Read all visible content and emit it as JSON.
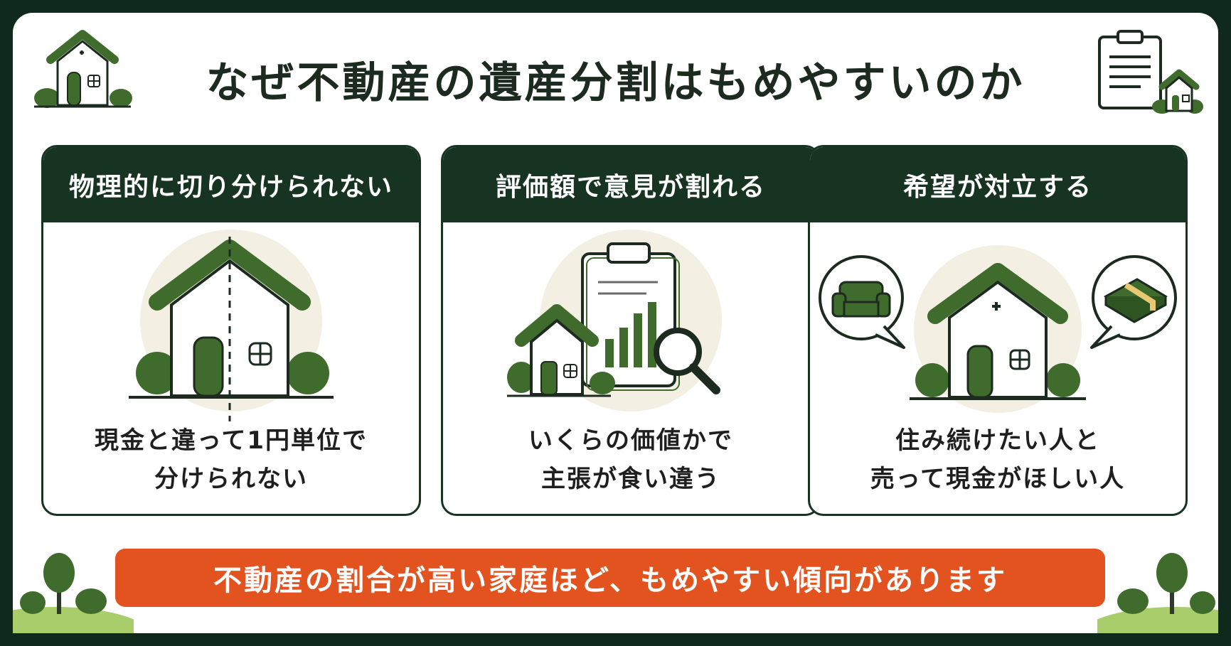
{
  "title": "なぜ不動産の遺産分割はもめやすいのか",
  "cards": [
    {
      "heading": "物理的に切り分けられない",
      "lines": [
        "現金と違って1円単位で",
        "分けられない"
      ]
    },
    {
      "heading": "評価額で意見が割れる",
      "lines": [
        "いくらの価値かで",
        "主張が食い違う"
      ]
    },
    {
      "heading": "希望が対立する",
      "lines": [
        "住み続けたい人と",
        "売って現金がほしい人"
      ]
    }
  ],
  "banner": "不動産の割合が高い家庭ほど、もめやすい傾向があります",
  "icons": {
    "header_left": "house-icon",
    "header_right": "clipboard-house-icon",
    "card1": "split-house-icon",
    "card2": "valuation-clipboard-icon",
    "card3": "house-with-sofa-and-cash-icon",
    "corner_left": "trees-icon",
    "corner_right": "trees-icon"
  },
  "colors": {
    "background": "#0f2a1c",
    "card_header": "#173322",
    "accent_green": "#3f6b2c",
    "banner": "#e2531f",
    "circle": "#f3efe2"
  }
}
